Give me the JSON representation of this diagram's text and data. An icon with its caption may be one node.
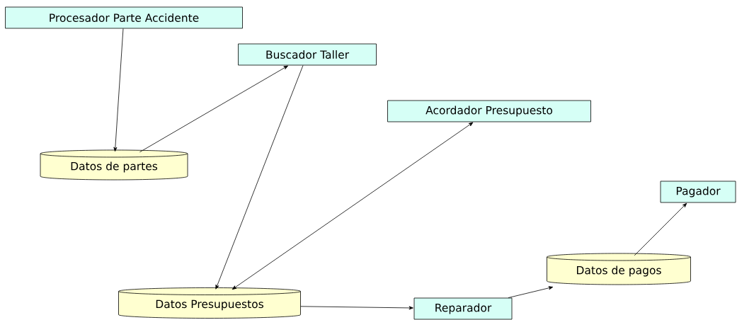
{
  "diagram": {
    "nodes": [
      {
        "text": [
          "Procesador Parte Accidente"
        ]
      },
      {
        "text": [
          "Buscador Taller"
        ]
      },
      {
        "text": [
          "Acordador Presupuesto"
        ]
      },
      {
        "text": [
          "Datos de partes"
        ]
      },
      {
        "text": [
          "Pagador"
        ]
      },
      {
        "text": [
          "Datos de pagos"
        ]
      },
      {
        "text": [
          "Datos Presupuestos"
        ]
      },
      {
        "text": [
          "Reparador"
        ]
      }
    ],
    "edges": [
      {
        "from": 0,
        "to": 3,
        "arrow": "to"
      },
      {
        "from": 3,
        "to": 1,
        "arrow": "to"
      },
      {
        "from": 1,
        "to": 6,
        "arrow": "to"
      },
      {
        "from": 2,
        "to": 6,
        "arrow": "both"
      },
      {
        "from": 6,
        "to": 7,
        "arrow": "to"
      },
      {
        "from": 7,
        "to": 5,
        "arrow": "to"
      },
      {
        "from": 5,
        "to": 4,
        "arrow": "to"
      }
    ]
  }
}
